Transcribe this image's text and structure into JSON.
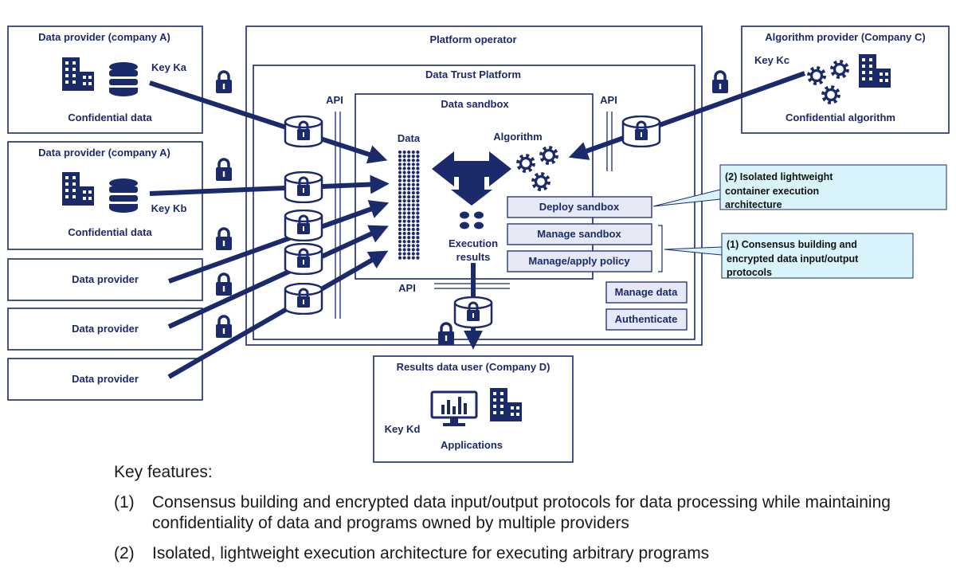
{
  "boxes": {
    "provider_a1_title": "Data provider (company A)",
    "provider_a1_key": "Key Ka",
    "provider_a1_caption": "Confidential data",
    "provider_a2_title": "Data provider (company A)",
    "provider_a2_key": "Key Kb",
    "provider_a2_caption": "Confidential data",
    "provider_generic_1": "Data provider",
    "provider_generic_2": "Data provider",
    "provider_generic_3": "Data provider",
    "platform_operator": "Platform operator",
    "data_trust_platform": "Data Trust Platform",
    "data_sandbox": "Data sandbox",
    "data_label": "Data",
    "algorithm_label": "Algorithm",
    "execution_results_line1": "Execution",
    "execution_results_line2": "results",
    "api_left": "API",
    "api_right": "API",
    "api_bottom": "API",
    "algorithm_provider_title": "Algorithm provider (Company C)",
    "algorithm_provider_key": "Key Kc",
    "algorithm_provider_caption": "Confidential algorithm",
    "results_user_title": "Results data user (Company D)",
    "results_user_key": "Key Kd",
    "results_user_caption": "Applications"
  },
  "functions": {
    "deploy_sandbox": "Deploy sandbox",
    "manage_sandbox": "Manage sandbox",
    "manage_apply_policy": "Manage/apply policy",
    "manage_data": "Manage data",
    "authenticate": "Authenticate"
  },
  "callouts": {
    "callout_2_line1": "(2) Isolated lightweight",
    "callout_2_line2": "container execution",
    "callout_2_line3": "architecture",
    "callout_1_line1": "(1) Consensus building and",
    "callout_1_line2": "encrypted data input/output",
    "callout_1_line3": "protocols"
  },
  "key_features": {
    "heading": "Key features:",
    "items": [
      {
        "number": "(1)",
        "text": "Consensus building and encrypted data input/output protocols for data processing while maintaining confidentiality of data and programs owned by multiple providers"
      },
      {
        "number": "(2)",
        "text": "Isolated, lightweight execution architecture for executing arbitrary programs"
      }
    ]
  },
  "colors": {
    "navy": "#1b2a6b",
    "box_border": "#1b2a6b",
    "function_fill": "#e4e9f5",
    "callout_fill": "#d9f3fb",
    "text_dark": "#1a1a1a"
  }
}
